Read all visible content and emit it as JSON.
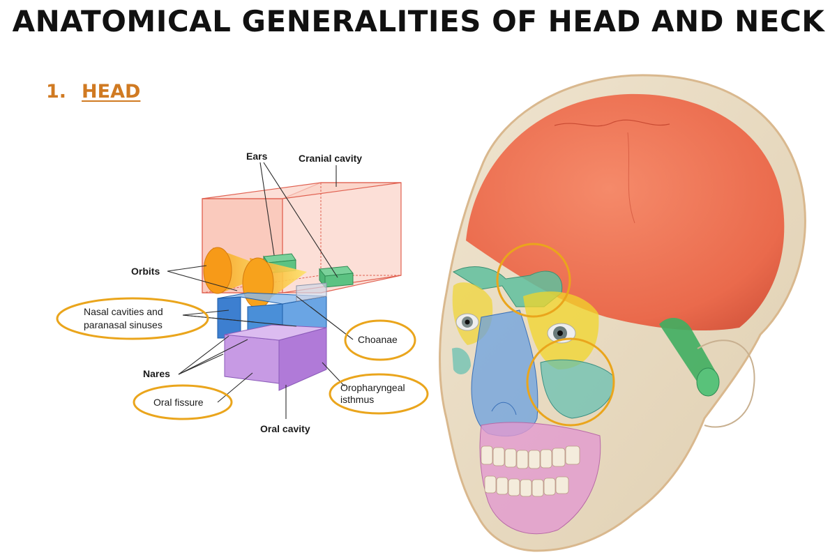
{
  "title": "ANATOMICAL GENERALITIES OF HEAD AND NECK",
  "section": {
    "number": "1.",
    "label": "HEAD"
  },
  "labels": {
    "ears": "Ears",
    "cranial_cavity": "Cranial cavity",
    "orbits": "Orbits",
    "nasal_line1": "Nasal cavities and",
    "nasal_line2": "paranasal sinuses",
    "choanae": "Choanae",
    "nares": "Nares",
    "oral_fissure": "Oral fissure",
    "oropharyngeal_line1": "Oropharyngeal",
    "oropharyngeal_line2": "isthmus",
    "oral_cavity": "Oral cavity"
  },
  "colors": {
    "highlight": "#eaa51c",
    "heading": "#d07a22",
    "cranial": "#f26b52",
    "orbit": "#f5c21b",
    "nasal": "#4a8fd8",
    "oral": "#b07ad8",
    "ear": "#37b06b"
  }
}
